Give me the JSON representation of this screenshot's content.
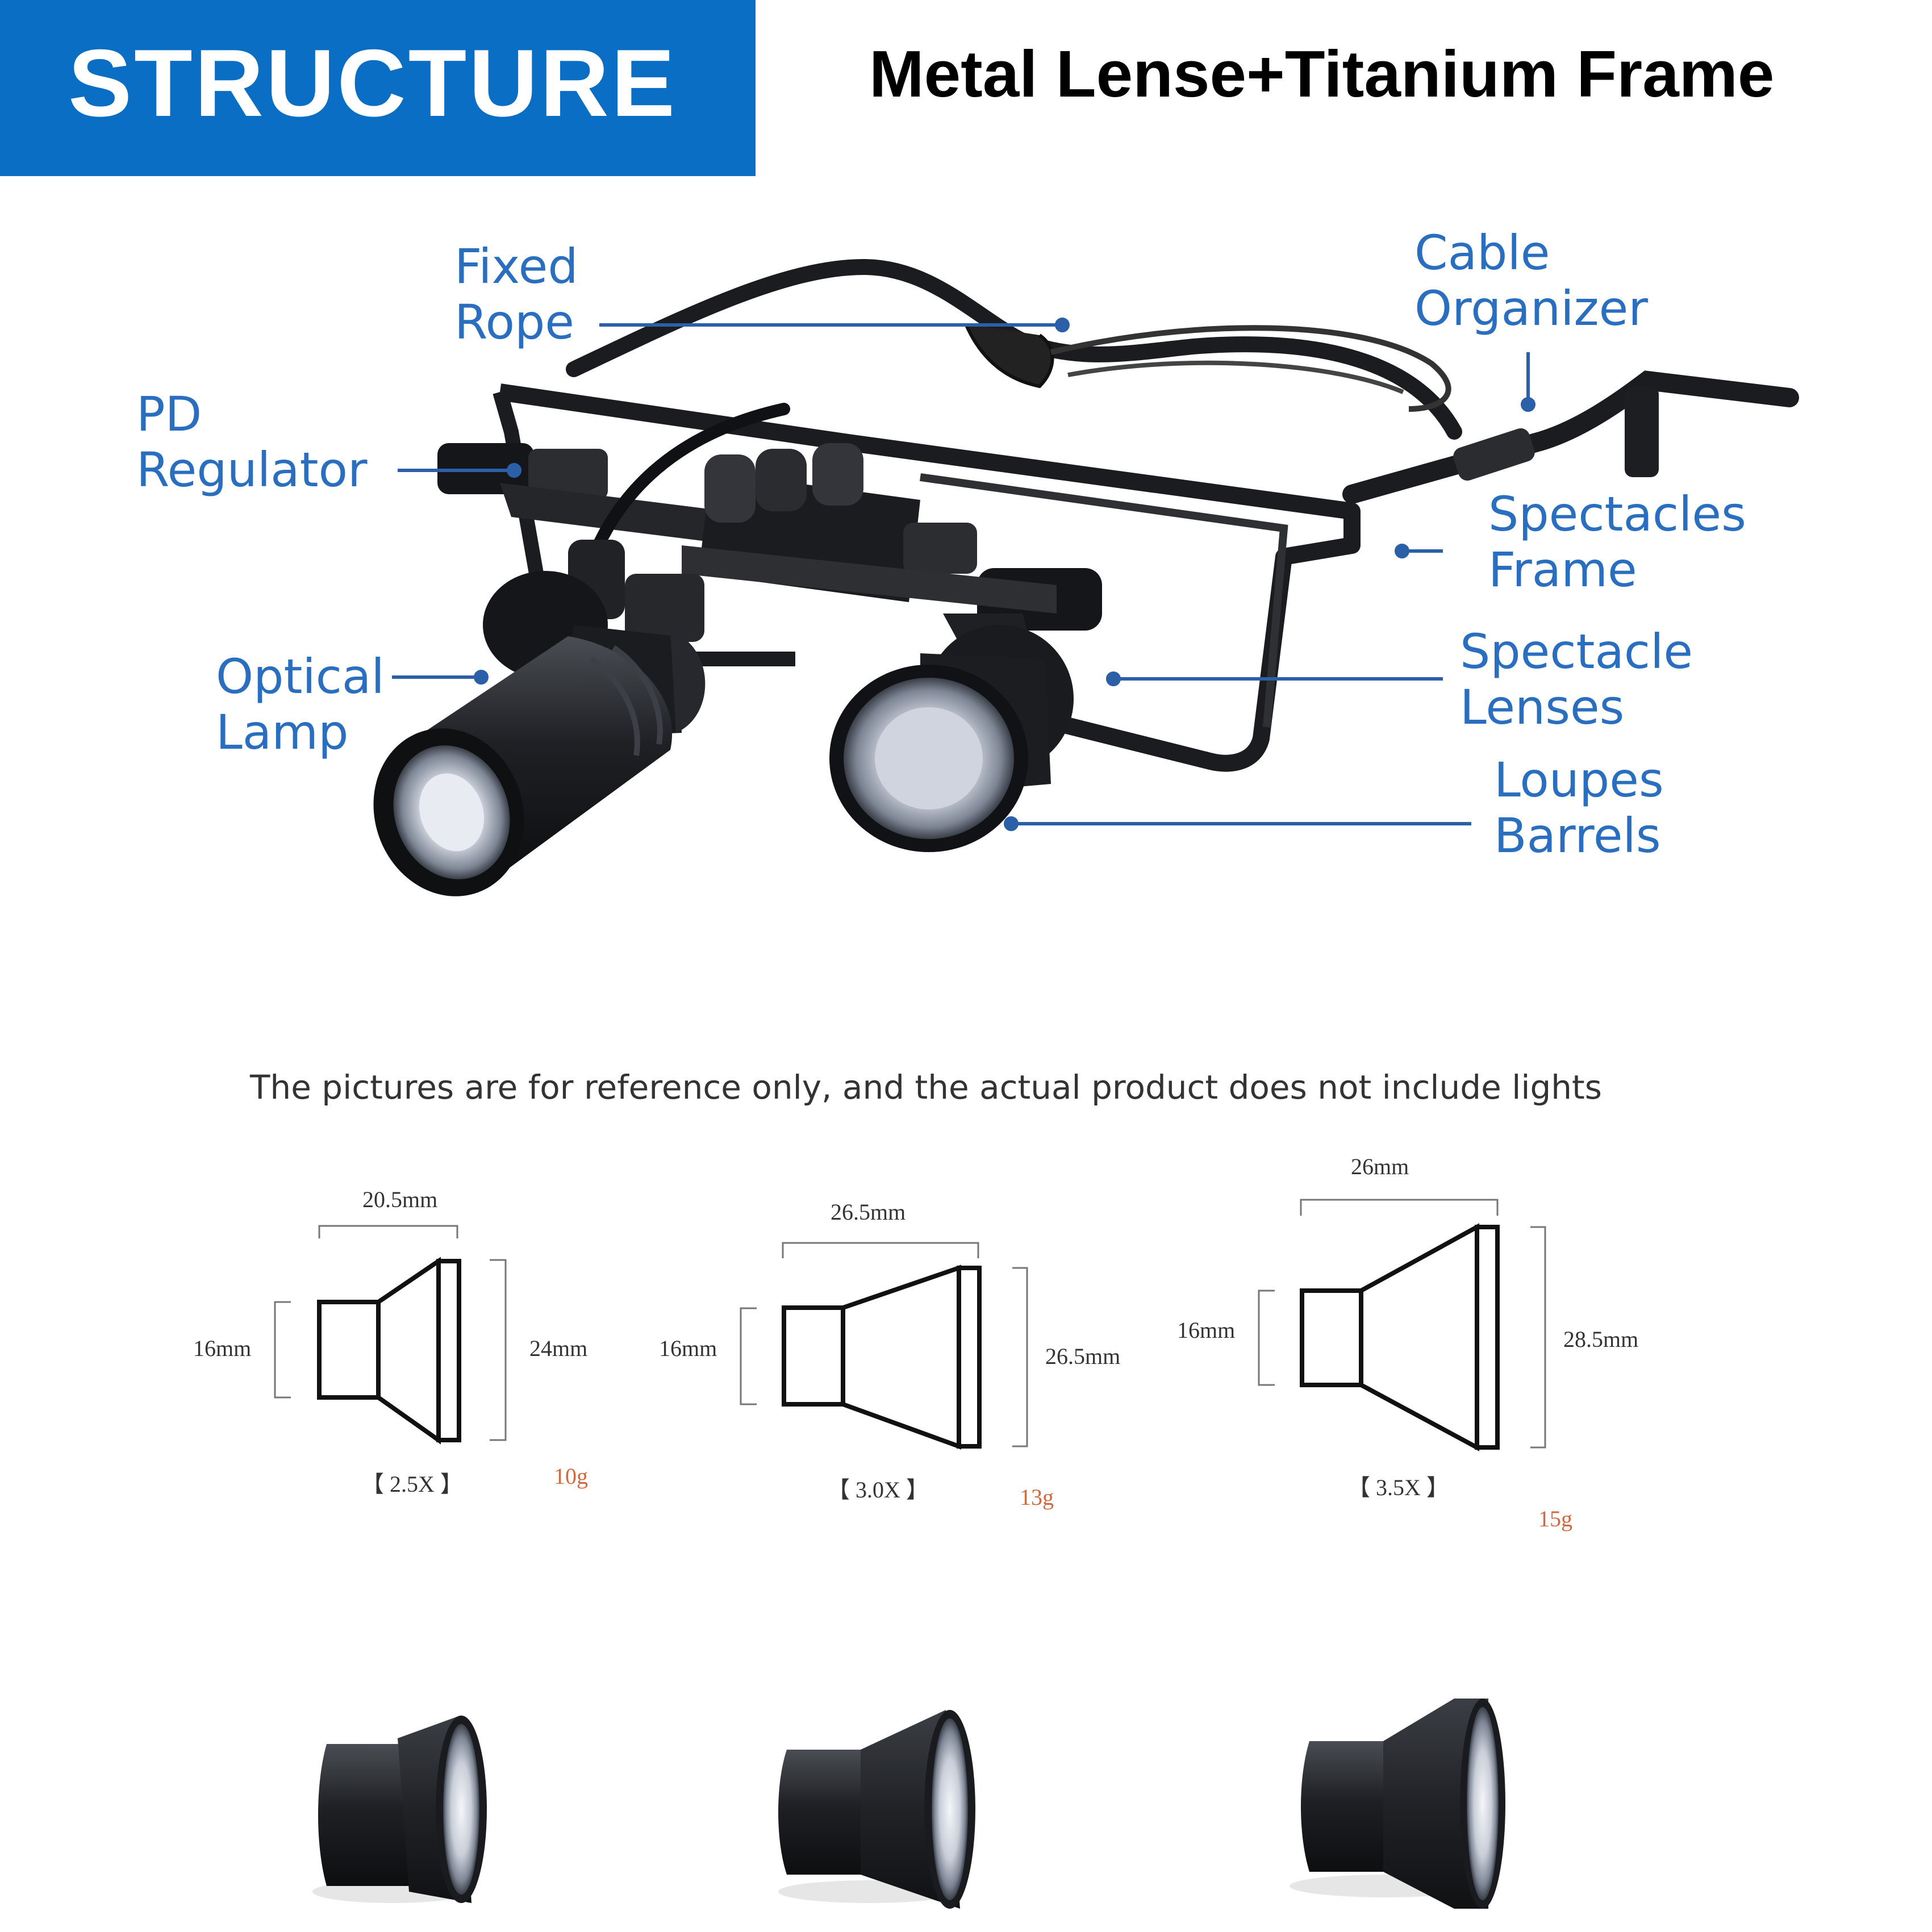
{
  "header": {
    "title": "STRUCTURE",
    "subtitle": "Metal Lense+Titanium Frame"
  },
  "colors": {
    "banner": "#0a6fc4",
    "callout_text": "#2a6ec0",
    "callout_line": "#2b5fa8",
    "weight_text": "#d2693e"
  },
  "callouts": {
    "fixed_rope": [
      "Fixed",
      "Rope"
    ],
    "cable_organizer": [
      "Cable",
      "Organizer"
    ],
    "pd_regulator": [
      "PD",
      "Regulator"
    ],
    "spectacles_frame": [
      "Spectacles",
      "Frame"
    ],
    "optical_lamp": [
      "Optical",
      "Lamp"
    ],
    "spectacle_lenses": [
      "Spectacle",
      "Lenses"
    ],
    "loupes_barrels": [
      "Loupes",
      "Barrels"
    ]
  },
  "note": "The pictures are for reference only, and the actual product does not include lights",
  "barrels": [
    {
      "magnification": "【 2.5X 】",
      "top_width": "20.5mm",
      "rear_height": "16mm",
      "front_height": "24mm",
      "weight": "10g"
    },
    {
      "magnification": "【 3.0X 】",
      "top_width": "26.5mm",
      "rear_height": "16mm",
      "front_height": "26.5mm",
      "weight": "13g"
    },
    {
      "magnification": "【 3.5X 】",
      "top_width": "26mm",
      "rear_height": "16mm",
      "front_height": "28.5mm",
      "weight": "15g"
    }
  ]
}
